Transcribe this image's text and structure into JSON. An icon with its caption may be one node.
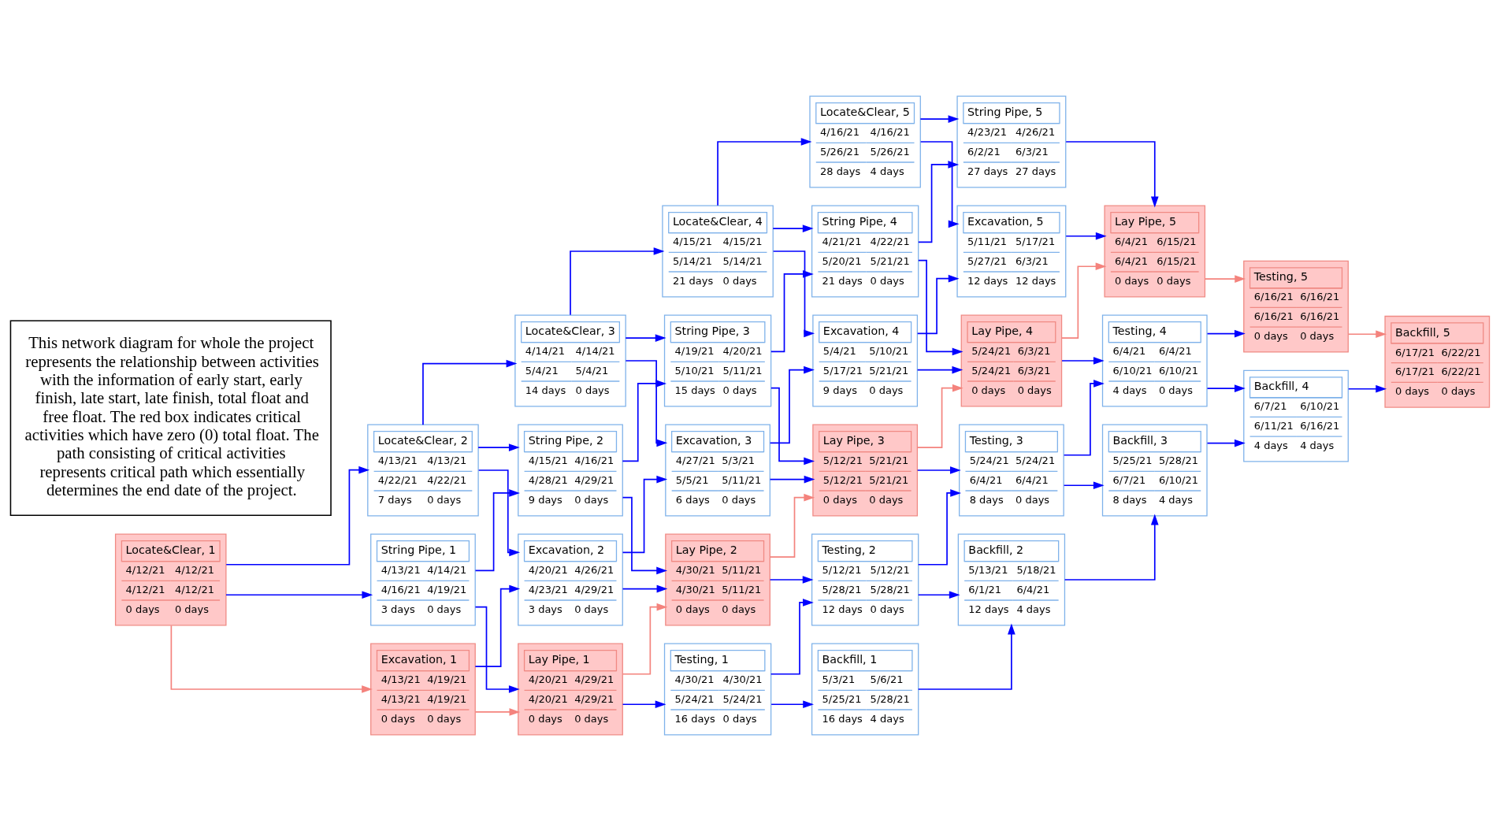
{
  "diagram": {
    "nodes": [
      {
        "text": [
          "Locate&Clear, 1",
          "4/12/21",
          "4/12/21",
          "4/12/21",
          "4/12/21",
          "0 days",
          "0 days"
        ]
      },
      {
        "text": [
          "Locate&Clear, 2",
          "4/13/21",
          "4/13/21",
          "4/22/21",
          "4/22/21",
          "7 days",
          "0 days"
        ]
      },
      {
        "text": [
          "Locate&Clear, 3",
          "4/14/21",
          "4/14/21",
          "5/4/21",
          "5/4/21",
          "14 days",
          "0 days"
        ]
      },
      {
        "text": [
          "Locate&Clear, 4",
          "4/15/21",
          "4/15/21",
          "5/14/21",
          "5/14/21",
          "21 days",
          "0 days"
        ]
      },
      {
        "text": [
          "Locate&Clear, 5",
          "4/16/21",
          "4/16/21",
          "5/26/21",
          "5/26/21",
          "28 days",
          "4 days"
        ]
      },
      {
        "text": [
          "Excavation, 5",
          "5/11/21",
          "5/17/21",
          "5/27/21",
          "6/3/21",
          "12 days",
          "12 days"
        ]
      },
      {
        "text": [
          "Lay Pipe, 5",
          "6/4/21",
          "6/15/21",
          "6/4/21",
          "6/15/21",
          "0 days",
          "0 days"
        ]
      },
      {
        "text": [
          "Testing, 5",
          "6/16/21",
          "6/16/21",
          "6/16/21",
          "6/16/21",
          "0 days",
          "0 days"
        ]
      },
      {
        "text": [
          "Backfill, 5",
          "6/17/21",
          "6/22/21",
          "6/17/21",
          "6/22/21",
          "0 days",
          "0 days"
        ]
      },
      {
        "text": [
          "String Pipe, 5",
          "4/23/21",
          "4/26/21",
          "6/2/21",
          "6/3/21",
          "27 days",
          "27 days"
        ]
      },
      {
        "text": [
          "Excavation, 4",
          "5/4/21",
          "5/10/21",
          "5/17/21",
          "5/21/21",
          "9 days",
          "0 days"
        ]
      },
      {
        "text": [
          "Lay Pipe, 4",
          "5/24/21",
          "6/3/21",
          "5/24/21",
          "6/3/21",
          "0 days",
          "0 days"
        ]
      },
      {
        "text": [
          "Testing, 4",
          "6/4/21",
          "6/4/21",
          "6/10/21",
          "6/10/21",
          "4 days",
          "0 days"
        ]
      },
      {
        "text": [
          "Backfill, 4",
          "6/7/21",
          "6/10/21",
          "6/11/21",
          "6/16/21",
          "4 days",
          "4 days"
        ]
      },
      {
        "text": [
          "String Pipe, 4",
          "4/21/21",
          "4/22/21",
          "5/20/21",
          "5/21/21",
          "21 days",
          "0 days"
        ]
      },
      {
        "text": [
          "Excavation, 3",
          "4/27/21",
          "5/3/21",
          "5/5/21",
          "5/11/21",
          "6 days",
          "0 days"
        ]
      },
      {
        "text": [
          "Lay Pipe, 3",
          "5/12/21",
          "5/21/21",
          "5/12/21",
          "5/21/21",
          "0 days",
          "0 days"
        ]
      },
      {
        "text": [
          "Testing, 3",
          "5/24/21",
          "5/24/21",
          "6/4/21",
          "6/4/21",
          "8 days",
          "0 days"
        ]
      },
      {
        "text": [
          "Backfill, 3",
          "5/25/21",
          "5/28/21",
          "6/7/21",
          "6/10/21",
          "8 days",
          "4 days"
        ]
      },
      {
        "text": [
          "String Pipe, 3",
          "4/19/21",
          "4/20/21",
          "5/10/21",
          "5/11/21",
          "15 days",
          "0 days"
        ]
      },
      {
        "text": [
          "Excavation, 2",
          "4/20/21",
          "4/26/21",
          "4/23/21",
          "4/29/21",
          "3 days",
          "0 days"
        ]
      },
      {
        "text": [
          "Lay Pipe, 2",
          "4/30/21",
          "5/11/21",
          "4/30/21",
          "5/11/21",
          "0 days",
          "0 days"
        ]
      },
      {
        "text": [
          "Testing, 2",
          "5/12/21",
          "5/12/21",
          "5/28/21",
          "5/28/21",
          "12 days",
          "0 days"
        ]
      },
      {
        "text": [
          "Backfill, 2",
          "5/13/21",
          "5/18/21",
          "6/1/21",
          "6/4/21",
          "12 days",
          "4 days"
        ]
      },
      {
        "text": [
          "String Pipe, 2",
          "4/15/21",
          "4/16/21",
          "4/28/21",
          "4/29/21",
          "9 days",
          "0 days"
        ]
      },
      {
        "text": [
          "Excavation, 1",
          "4/13/21",
          "4/19/21",
          "4/13/21",
          "4/19/21",
          "0 days",
          "0 days"
        ]
      },
      {
        "text": [
          "Lay Pipe, 1",
          "4/20/21",
          "4/29/21",
          "4/20/21",
          "4/29/21",
          "0 days",
          "0 days"
        ]
      },
      {
        "text": [
          "Testing, 1",
          "4/30/21",
          "4/30/21",
          "5/24/21",
          "5/24/21",
          "16 days",
          "0 days"
        ]
      },
      {
        "text": [
          "Backfill, 1",
          "5/3/21",
          "5/6/21",
          "5/25/21",
          "5/28/21",
          "16 days",
          "4 days"
        ]
      },
      {
        "text": [
          "String Pipe, 1",
          "4/13/21",
          "4/14/21",
          "4/16/21",
          "4/19/21",
          "3 days",
          "0 days"
        ]
      },
      {
        "text": [
          "This network diagram for whole the project represents the relationship between activities with the information of early start, early finish, late start, late finish, total float and free float. The red box indicates critical activities which have zero (0) total float. The path consisting of critical activities represents critical path which essentially determines the end date of the project."
        ]
      }
    ],
    "edges": [
      {
        "from": 0,
        "to": 1,
        "arrow": "to"
      },
      {
        "from": 0,
        "to": 25,
        "arrow": "to",
        "color": "#f4837d"
      },
      {
        "from": 0,
        "to": 29,
        "arrow": "to"
      },
      {
        "from": 1,
        "to": 2,
        "arrow": "to"
      },
      {
        "from": 1,
        "to": 20,
        "arrow": "to"
      },
      {
        "from": 1,
        "to": 24,
        "arrow": "to"
      },
      {
        "from": 25,
        "to": 20,
        "arrow": "to"
      },
      {
        "from": 29,
        "to": 24,
        "arrow": "to"
      },
      {
        "from": 25,
        "to": 26,
        "arrow": "to",
        "color": "#f4837d"
      },
      {
        "from": 29,
        "to": 26,
        "arrow": "to"
      },
      {
        "from": 2,
        "to": 3,
        "arrow": "to"
      },
      {
        "from": 2,
        "to": 15,
        "arrow": "to"
      },
      {
        "from": 2,
        "to": 19,
        "arrow": "to"
      },
      {
        "from": 20,
        "to": 15,
        "arrow": "to"
      },
      {
        "from": 24,
        "to": 19,
        "arrow": "to"
      },
      {
        "from": 20,
        "to": 21,
        "arrow": "to"
      },
      {
        "from": 24,
        "to": 21,
        "arrow": "to"
      },
      {
        "from": 26,
        "to": 21,
        "arrow": "to",
        "color": "#f4837d"
      },
      {
        "from": 26,
        "to": 27,
        "arrow": "to"
      },
      {
        "from": 3,
        "to": 4,
        "arrow": "to"
      },
      {
        "from": 3,
        "to": 10,
        "arrow": "to"
      },
      {
        "from": 3,
        "to": 14,
        "arrow": "to"
      },
      {
        "from": 15,
        "to": 10,
        "arrow": "to"
      },
      {
        "from": 19,
        "to": 14,
        "arrow": "to"
      },
      {
        "from": 15,
        "to": 16,
        "arrow": "to"
      },
      {
        "from": 19,
        "to": 16,
        "arrow": "to"
      },
      {
        "from": 21,
        "to": 16,
        "arrow": "to",
        "color": "#f4837d"
      },
      {
        "from": 21,
        "to": 22,
        "arrow": "to"
      },
      {
        "from": 27,
        "to": 22,
        "arrow": "to"
      },
      {
        "from": 27,
        "to": 28,
        "arrow": "to"
      },
      {
        "from": 4,
        "to": 5,
        "arrow": "to"
      },
      {
        "from": 4,
        "to": 9,
        "arrow": "to"
      },
      {
        "from": 10,
        "to": 5,
        "arrow": "to"
      },
      {
        "from": 14,
        "to": 9,
        "arrow": "to"
      },
      {
        "from": 10,
        "to": 11,
        "arrow": "to"
      },
      {
        "from": 14,
        "to": 11,
        "arrow": "to"
      },
      {
        "from": 16,
        "to": 11,
        "arrow": "to",
        "color": "#f4837d"
      },
      {
        "from": 16,
        "to": 17,
        "arrow": "to"
      },
      {
        "from": 22,
        "to": 17,
        "arrow": "to"
      },
      {
        "from": 22,
        "to": 23,
        "arrow": "to"
      },
      {
        "from": 28,
        "to": 23,
        "arrow": "to"
      },
      {
        "from": 5,
        "to": 6,
        "arrow": "to"
      },
      {
        "from": 9,
        "to": 6,
        "arrow": "to"
      },
      {
        "from": 11,
        "to": 6,
        "arrow": "to",
        "color": "#f4837d"
      },
      {
        "from": 11,
        "to": 12,
        "arrow": "to"
      },
      {
        "from": 17,
        "to": 12,
        "arrow": "to"
      },
      {
        "from": 17,
        "to": 18,
        "arrow": "to"
      },
      {
        "from": 23,
        "to": 18,
        "arrow": "to"
      },
      {
        "from": 6,
        "to": 7,
        "arrow": "to",
        "color": "#f4837d"
      },
      {
        "from": 12,
        "to": 7,
        "arrow": "to"
      },
      {
        "from": 12,
        "to": 13,
        "arrow": "to"
      },
      {
        "from": 18,
        "to": 13,
        "arrow": "to"
      },
      {
        "from": 7,
        "to": 8,
        "arrow": "to",
        "color": "#f4837d"
      },
      {
        "from": 13,
        "to": 8,
        "arrow": "to"
      }
    ]
  }
}
